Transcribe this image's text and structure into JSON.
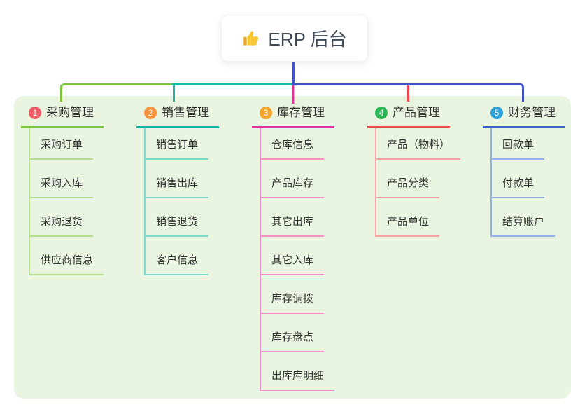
{
  "root": {
    "label": "ERP 后台",
    "icon": "thumbs-up-icon"
  },
  "canvas": {
    "panel_bg": "#e9f5e0",
    "root_text_color": "#3d4a56"
  },
  "connector_colors": {
    "root_line": "#4054c7",
    "bus_green": "#7fc241",
    "bus_teal": "#12b7a6",
    "bus_blue": "#4054c7",
    "drop_magenta": "#e3349e",
    "drop_red": "#f4484f"
  },
  "branches": [
    {
      "num": "1",
      "label": "采购管理",
      "colors": {
        "badge": "#f25b68",
        "accent": "#7fc241",
        "light": "#b8dd90"
      },
      "items": [
        "采购订单",
        "采购入库",
        "采购退货",
        "供应商信息"
      ]
    },
    {
      "num": "2",
      "label": "销售管理",
      "colors": {
        "badge": "#f8923c",
        "accent": "#12b7a6",
        "light": "#7fd9cc"
      },
      "items": [
        "销售订单",
        "销售出库",
        "销售退货",
        "客户信息"
      ]
    },
    {
      "num": "3",
      "label": "库存管理",
      "colors": {
        "badge": "#f6a52b",
        "accent": "#e3349e",
        "light": "#f490c5"
      },
      "items": [
        "仓库信息",
        "产品库存",
        "其它出库",
        "其它入库",
        "库存调拨",
        "库存盘点",
        "出库库明细"
      ]
    },
    {
      "num": "4",
      "label": "产品管理",
      "colors": {
        "badge": "#2eb757",
        "accent": "#f4484f",
        "light": "#f9a2a4"
      },
      "items": [
        "产品（物料）",
        "产品分类",
        "产品单位"
      ]
    },
    {
      "num": "5",
      "label": "财务管理",
      "colors": {
        "badge": "#2f9fd8",
        "accent": "#3f5fc9",
        "light": "#96b0e8"
      },
      "items": [
        "回款单",
        "付款单",
        "结算账户"
      ]
    }
  ]
}
